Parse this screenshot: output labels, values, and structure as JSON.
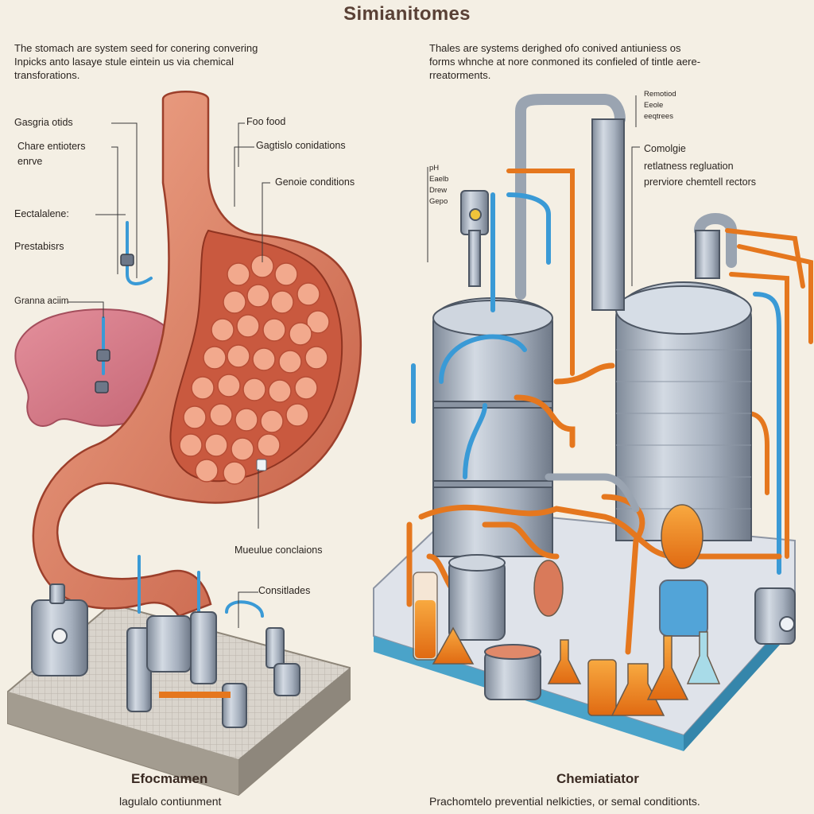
{
  "header": {
    "title": "Simianitomes"
  },
  "left": {
    "intro": [
      "The stomach are system seed for conering convering",
      "Inpicks anto lasaye stule eintein us via chemical",
      "transforations."
    ],
    "labels": {
      "gastric_acids": "Gasgria otids",
      "chare_1": "Chare entioters",
      "chare_2": "enrve",
      "eactalalene": "Eectalalene:",
      "prestabisrs": "Prestabisrs",
      "granna": "Granna aciim",
      "foo_food": "Foo food",
      "gagtislo": "Gagtislo conidations",
      "genoie": "Genoie conditions",
      "mueulue": "Mueulue conclaions",
      "consitlades": "Consitlades"
    },
    "caption": {
      "title": "Efocmamen",
      "subtitle": "lagulalo contiunment"
    }
  },
  "right": {
    "intro": [
      "Thales are systems derighed ofo conived antiuniess os",
      "forms whnche at nore conmoned its confieled of tintle aere-",
      "rreatorments."
    ],
    "labels": {
      "ph_1": "pH",
      "ph_2": "Eaelb",
      "ph_3": "Drew",
      "ph_4": "Gepo",
      "top_1": "Remotiod",
      "top_2": "Eeole",
      "top_3": "eeqtrees",
      "comolgie_1": "Comolgie",
      "comolgie_2": "retlatness regluation",
      "comolgie_3": "prerviore chemtell rectors"
    },
    "caption": {
      "title": "Chemiatiator",
      "subtitle": "Prachomtelo prevential nelkicties, or semal conditionts."
    }
  },
  "colors": {
    "background": "#f4efe4",
    "stomach": "#e0876a",
    "steel": "#a9b4c2",
    "orange_pipe": "#e5771e",
    "blue_pipe": "#3a9ad6"
  }
}
